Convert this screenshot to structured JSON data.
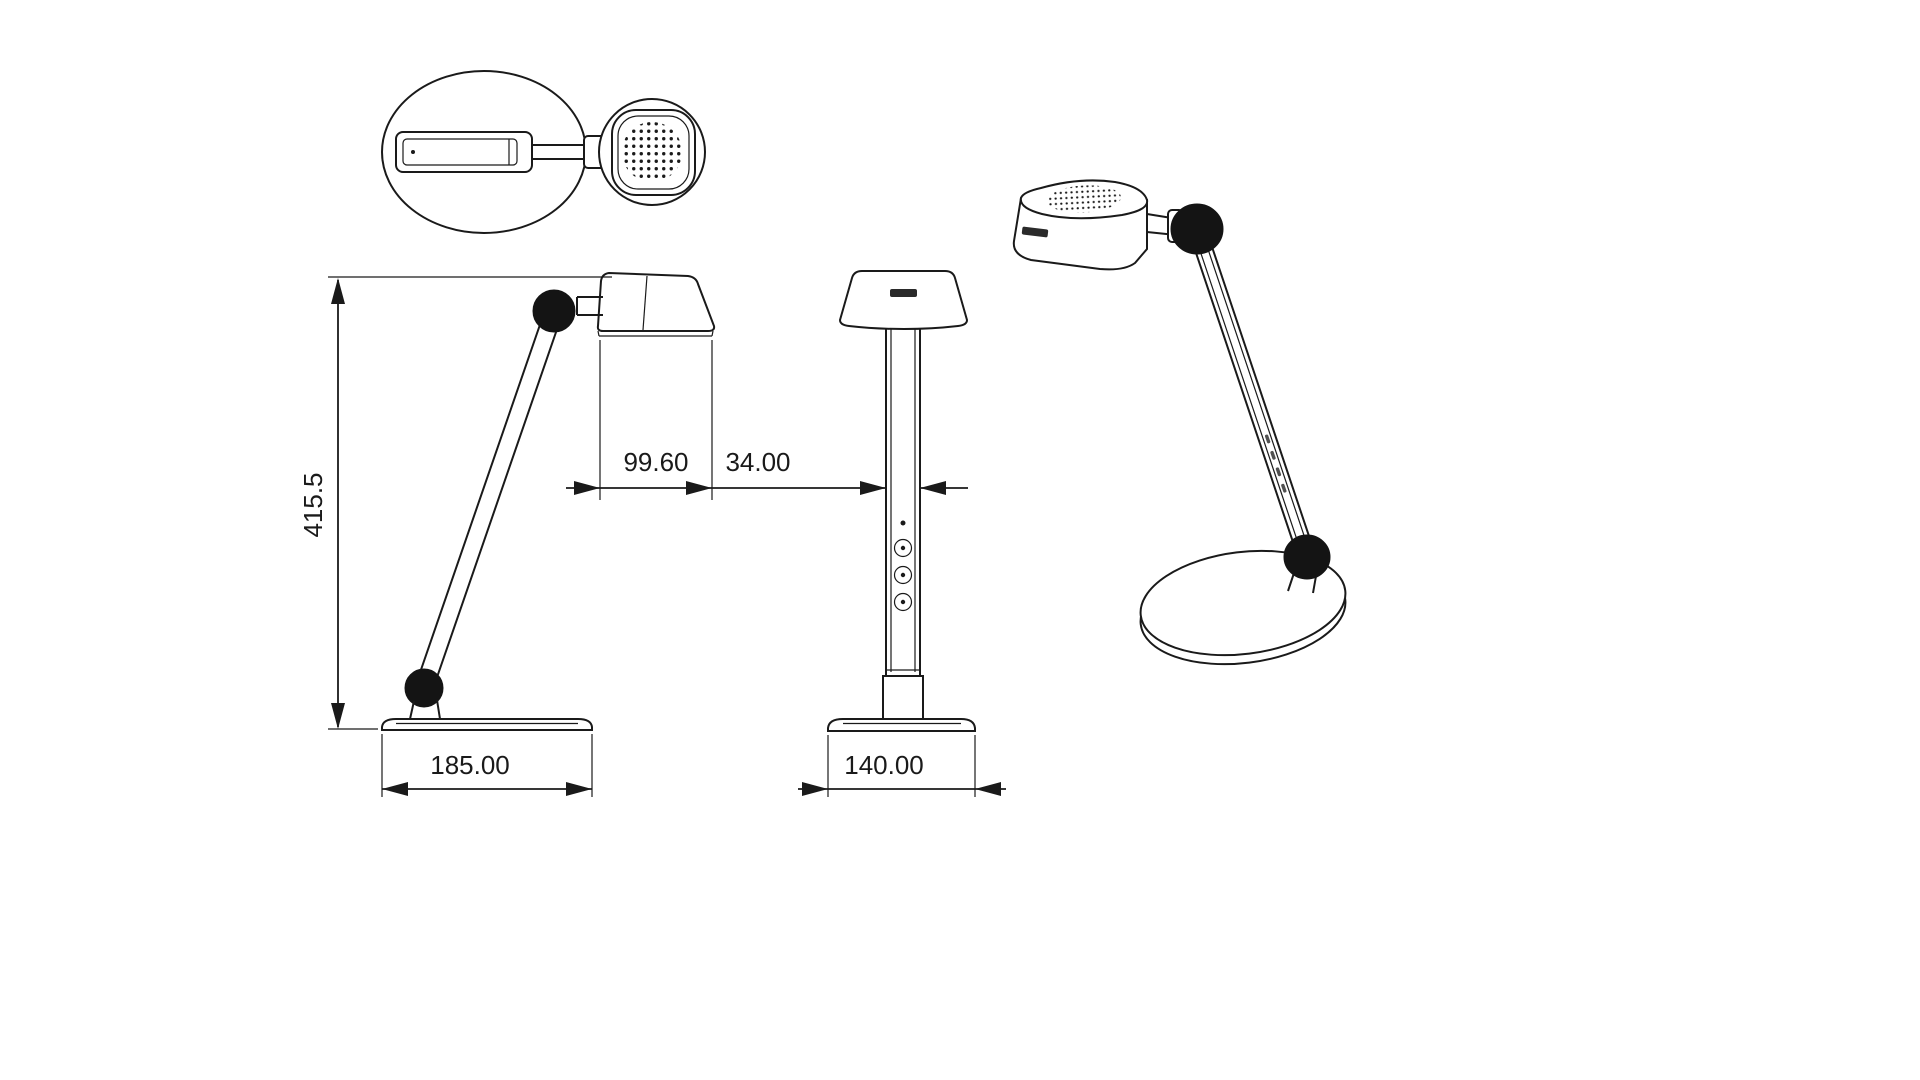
{
  "drawing": {
    "background": "#ffffff",
    "line_color": "#1a1a1a",
    "joint_color": "#141414"
  },
  "dims": {
    "height": "415.5",
    "head_depth": "99.60",
    "pole_width": "34.00",
    "base_length": "185.00",
    "base_width": "140.00"
  }
}
